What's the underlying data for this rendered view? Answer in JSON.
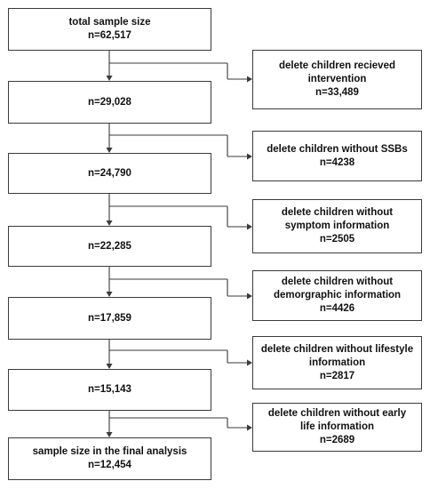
{
  "main_boxes": [
    {
      "lines": [
        "total sample size",
        "n=62,517"
      ]
    },
    {
      "lines": [
        "n=29,028"
      ]
    },
    {
      "lines": [
        "n=24,790"
      ]
    },
    {
      "lines": [
        "n=22,285"
      ]
    },
    {
      "lines": [
        "n=17,859"
      ]
    },
    {
      "lines": [
        "n=15,143"
      ]
    },
    {
      "lines": [
        "sample size in the final analysis",
        "n=12,454"
      ]
    }
  ],
  "exclusion_boxes": [
    {
      "lines": [
        "delete children recieved",
        "intervention",
        "n=33,489"
      ]
    },
    {
      "lines": [
        "delete children without SSBs",
        "n=4238"
      ]
    },
    {
      "lines": [
        "delete children without",
        "symptom information",
        "n=2505"
      ]
    },
    {
      "lines": [
        "delete children without",
        "demorgraphic information",
        "n=4426"
      ]
    },
    {
      "lines": [
        "delete children without lifestyle",
        "information",
        "n=2817"
      ]
    },
    {
      "lines": [
        "delete children without early",
        "life information",
        "n=2689"
      ]
    }
  ],
  "colors": {
    "line": "#3a3a3a",
    "box_border": "#3a3a3a",
    "text": "#111111"
  }
}
